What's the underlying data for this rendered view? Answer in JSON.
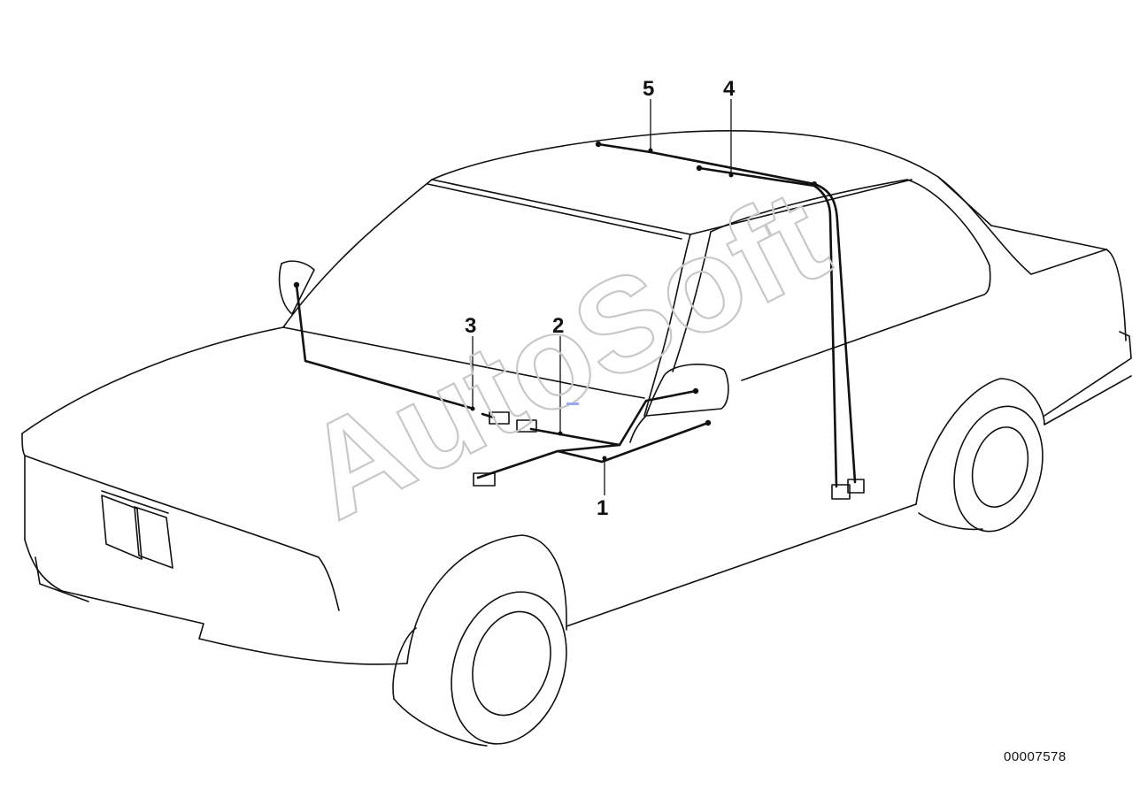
{
  "diagram": {
    "callouts": [
      {
        "id": "1",
        "label": "1"
      },
      {
        "id": "2",
        "label": "2"
      },
      {
        "id": "3",
        "label": "3"
      },
      {
        "id": "4",
        "label": "4"
      },
      {
        "id": "5",
        "label": "5"
      }
    ],
    "diagram_number": "00007578",
    "watermark": "AutoSoft"
  },
  "colors": {
    "line": "#111111",
    "watermark": "#c8c8c8",
    "background": "#ffffff"
  }
}
